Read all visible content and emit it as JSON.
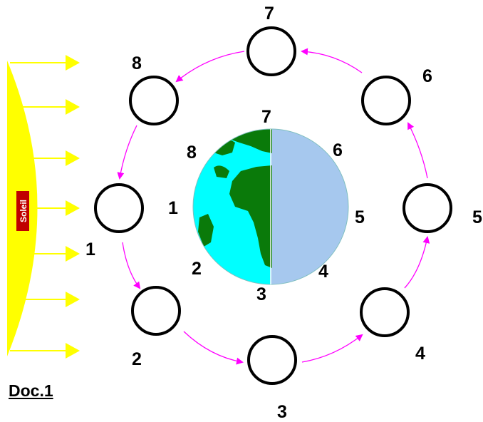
{
  "sun": {
    "label": "Soleil",
    "color": "#ffff00",
    "ray_color": "#ffff00",
    "label_bg": "#c00000"
  },
  "earth": {
    "day_color": "#00ffff",
    "night_color": "#a6c8ee",
    "land_color": "#0a7a0a",
    "labels": [
      "1",
      "2",
      "3",
      "4",
      "5",
      "6",
      "7",
      "8"
    ]
  },
  "moon_positions": [
    {
      "label": "1"
    },
    {
      "label": "2"
    },
    {
      "label": "3"
    },
    {
      "label": "4"
    },
    {
      "label": "5"
    },
    {
      "label": "6"
    },
    {
      "label": "7"
    },
    {
      "label": "8"
    }
  ],
  "orbit_arrow_color": "#ff00ff",
  "caption": "Doc.1"
}
